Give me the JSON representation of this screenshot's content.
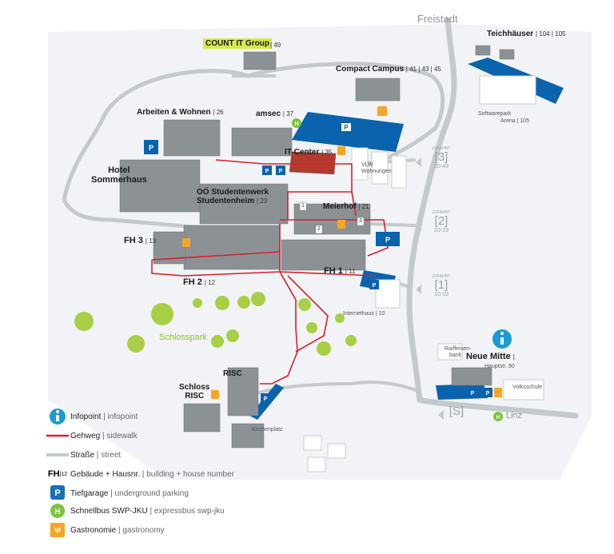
{
  "map_title_area": {
    "top_place": "Freistadt",
    "bottom_place": "Linz"
  },
  "buildings": [
    {
      "name": "COUNT IT Group",
      "num": "49"
    },
    {
      "name": "Teichhäuser",
      "num": "104 | 105"
    },
    {
      "name": "Compact Campus",
      "num": "41 | 43 | 45"
    },
    {
      "name": "Arbeiten & Wohnen",
      "num": "26"
    },
    {
      "name": "amsec",
      "num": "37"
    },
    {
      "name": "IT-Center",
      "num": "35"
    },
    {
      "name": "Hotel",
      "num": ""
    },
    {
      "name": "Sommerhaus",
      "num": ""
    },
    {
      "name": "OÖ Studentenwerk",
      "num": ""
    },
    {
      "name": "Studentenheim",
      "num": "23"
    },
    {
      "name": "Meierhof",
      "num": "21"
    },
    {
      "name": "FH 3",
      "num": "13"
    },
    {
      "name": "FH 1",
      "num": "11"
    },
    {
      "name": "FH 2",
      "num": "12"
    },
    {
      "name": "RISC",
      "num": ""
    },
    {
      "name": "Schloss",
      "num": ""
    },
    {
      "name": "RISC",
      "num": ""
    },
    {
      "name": "Neue Mitte",
      "num": ""
    }
  ],
  "small_labels": {
    "softwarepark": "Softwarepark",
    "arena": "Arena",
    "arena_num": "105",
    "vlw": "VLW",
    "wohnungen": "Wohnungen",
    "internethaus": "Internethaus",
    "internethaus_num": "10",
    "raiffeisen1": "Raiffeisen-",
    "raiffeisen2": "bank",
    "volksschule": "Volksschule",
    "kirchenplatz": "Kirchenplatz",
    "hauptstr": "Hauptstr. 90",
    "schlosspark": "Schlosspark"
  },
  "building_markers": [
    "1",
    "2",
    "3"
  ],
  "entrances": [
    {
      "tag": "ZUFAHRT",
      "num": "3",
      "range": "30-49"
    },
    {
      "tag": "ZUFAHRT",
      "num": "2",
      "range": "20-29"
    },
    {
      "tag": "ZUFAHRT",
      "num": "1",
      "range": "10-19"
    },
    {
      "tag": "",
      "num": "S",
      "range": ""
    }
  ],
  "legend": [
    {
      "icon": "info-icon",
      "label": "Infopoint",
      "sub": "infopoint"
    },
    {
      "icon": "sidewalk-line-icon",
      "label": "Gehweg",
      "sub": "sidewalk"
    },
    {
      "icon": "street-line-icon",
      "label": "Straße",
      "sub": "street"
    },
    {
      "icon": "building-number-icon",
      "prefix": "FH",
      "prefix_num": "12",
      "label": "Gebäude + Hausnr.",
      "sub": "building + house number"
    },
    {
      "icon": "underground-parking-icon",
      "label": "Tiefgarage",
      "sub": "underground parking"
    },
    {
      "icon": "expressbus-icon",
      "label": "Schnellbus SWP-JKU",
      "sub": "expressbus swp-jku"
    },
    {
      "icon": "gastronomy-icon",
      "label": "Gastronomie",
      "sub": "gastronomy"
    }
  ],
  "colors": {
    "sidewalk": "#d62029",
    "street": "#c4c9cc",
    "parking": "#0b63ad",
    "info": "#1b9ad6",
    "bus": "#7dc242",
    "gastro": "#f5a623",
    "park_green": "#a8cf45",
    "count_it_highlight": "#d6e94a",
    "building": "#8c9196"
  }
}
